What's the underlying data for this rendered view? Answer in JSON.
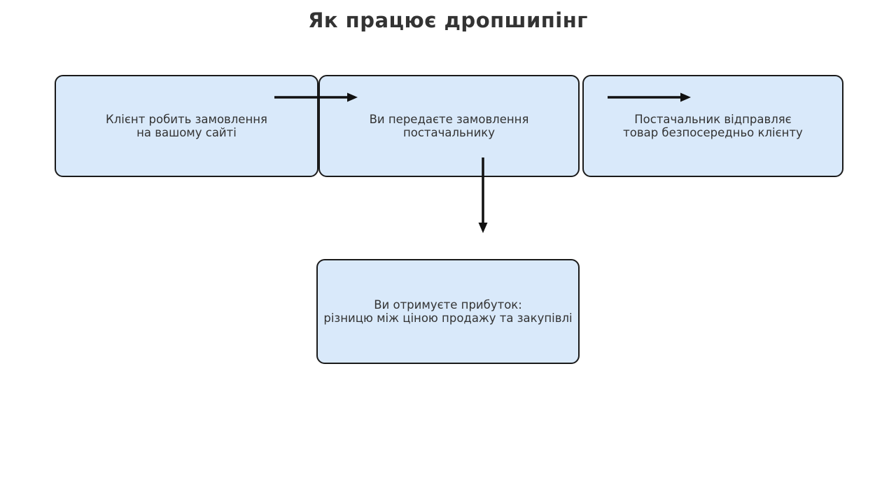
{
  "title": "Як працює дропшипінг",
  "colors": {
    "background": "#ffffff",
    "box_fill": "#d9e9fa",
    "box_border": "#1a1a1a",
    "text": "#333333",
    "text_strong": "#333333",
    "arrow": "#111111"
  },
  "diagram": {
    "nodes": [
      {
        "id": "customer-order",
        "lines": [
          "Клієнт робить замовлення",
          "на вашому сайті"
        ]
      },
      {
        "id": "forward-order",
        "lines": [
          "Ви передаєте замовлення",
          "постачальнику"
        ]
      },
      {
        "id": "supplier-ships",
        "lines": [
          "Постачальник відправляє",
          "товар безпосередньо клієнту"
        ]
      },
      {
        "id": "profit",
        "lines": [
          "Ви отримуєте прибуток:",
          "різницю між ціною продажу та закупівлі"
        ]
      }
    ],
    "arrows": [
      {
        "id": "arrow-right-1",
        "icon": "arrow-right-icon",
        "from": "customer-order",
        "to": "forward-order"
      },
      {
        "id": "arrow-right-2",
        "icon": "arrow-right-icon",
        "from": "forward-order",
        "to": "supplier-ships"
      },
      {
        "id": "arrow-down-1",
        "icon": "arrow-down-icon",
        "from": "forward-order",
        "to": "profit"
      }
    ]
  }
}
